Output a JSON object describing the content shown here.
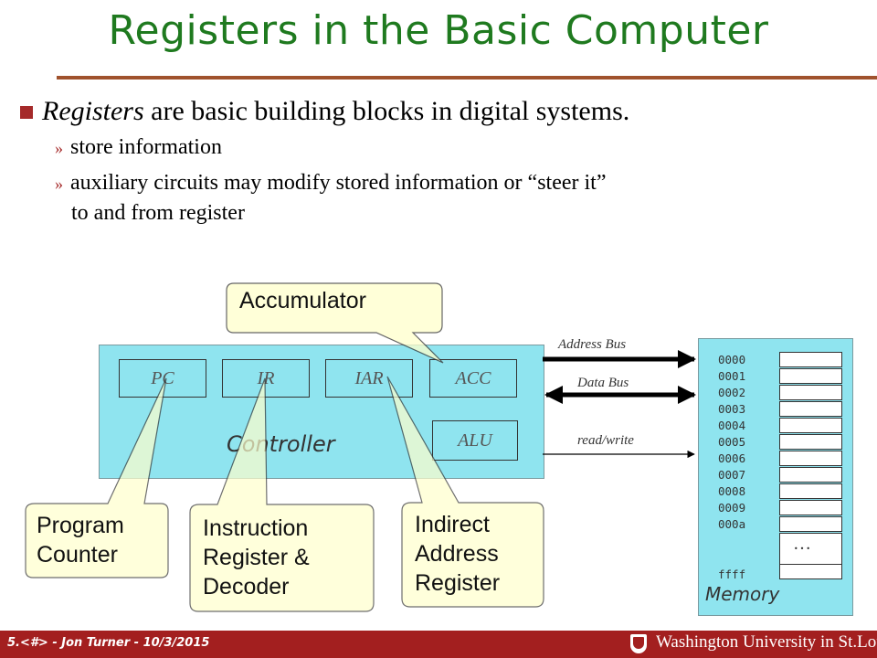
{
  "slide": {
    "title": "Registers in the Basic Computer",
    "bullet_term": "Registers",
    "bullet_rest": " are basic building blocks in digital systems.",
    "sub1": "store information",
    "sub2_line1": "auxiliary circuits may modify stored information or “steer it”",
    "sub2_line2": "to and from register",
    "sub_marker": "»"
  },
  "controller": {
    "label": "Controller",
    "registers": [
      "PC",
      "IR",
      "IAR",
      "ACC"
    ],
    "alu": "ALU"
  },
  "buses": {
    "address": "Address Bus",
    "data": "Data Bus",
    "rw": "read/write"
  },
  "memory": {
    "label": "Memory",
    "addresses": [
      "0000",
      "0001",
      "0002",
      "0003",
      "0004",
      "0005",
      "0006",
      "0007",
      "0008",
      "0009",
      "000a"
    ],
    "ellipsis": "…",
    "last_address": "ffff"
  },
  "callouts": {
    "accumulator": "Accumulator",
    "pc_line1": "Program",
    "pc_line2": "Counter",
    "ir_line1": "Instruction",
    "ir_line2": "Register &",
    "ir_line3": "Decoder",
    "iar_line1": "Indirect",
    "iar_line2": "Address",
    "iar_line3": "Register"
  },
  "footer": {
    "left": "5.<#> - Jon Turner - 10/3/2015",
    "right": "Washington University in St.Louis"
  }
}
